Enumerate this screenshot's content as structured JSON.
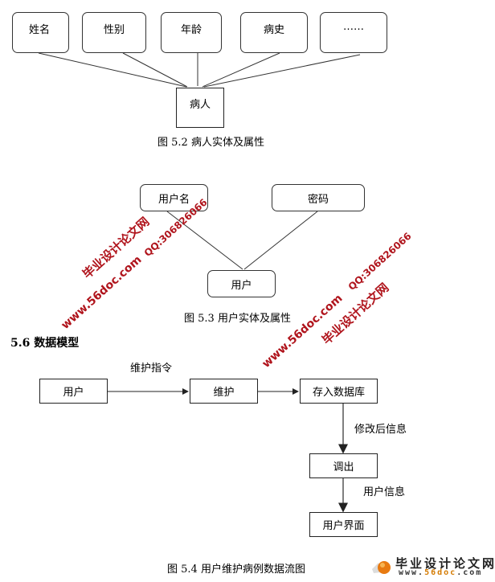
{
  "figure_5_2": {
    "attributes": [
      "姓名",
      "性别",
      "年龄",
      "病史",
      "……"
    ],
    "entity": "病人",
    "caption": "图 5.2  病人实体及属性"
  },
  "figure_5_3": {
    "attributes": [
      "用户名",
      "密码"
    ],
    "entity": "用户",
    "caption": "图 5.3  用户实体及属性"
  },
  "section": {
    "heading": "5.6  数据模型"
  },
  "figure_5_4": {
    "nodes": {
      "user": "用户",
      "maintain": "维护",
      "store": "存入数据库",
      "retrieve": "调出",
      "ui": "用户界面"
    },
    "labels": {
      "maintain_command": "维护指令",
      "modified_info": "修改后信息",
      "user_info": "用户信息"
    },
    "caption": "图 5.4  用户维护病例数据流图"
  },
  "watermarks": {
    "site_name": "毕业设计论文网",
    "url": "www.56doc.com",
    "qq": "QQ:306826066"
  },
  "logo": {
    "title": "毕业设计论文网",
    "url_prefix": "www.",
    "url_mid": "56doc",
    "url_suffix": ".com"
  }
}
